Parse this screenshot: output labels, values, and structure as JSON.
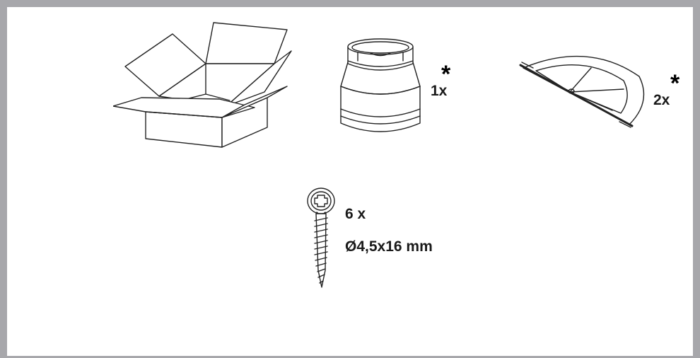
{
  "items": {
    "box": {
      "icon": "open-box-icon"
    },
    "reducer": {
      "icon": "duct-reducer-icon",
      "quantity": "1x",
      "asterisk": "*"
    },
    "flap": {
      "icon": "backflow-flap-icon",
      "quantity": "2x",
      "asterisk": "*"
    },
    "screw": {
      "icon": "screw-icon",
      "quantity": "6 x",
      "size": "Ø4,5x16 mm"
    }
  },
  "colors": {
    "frame": "#a7a7ab",
    "line": "#222222"
  }
}
